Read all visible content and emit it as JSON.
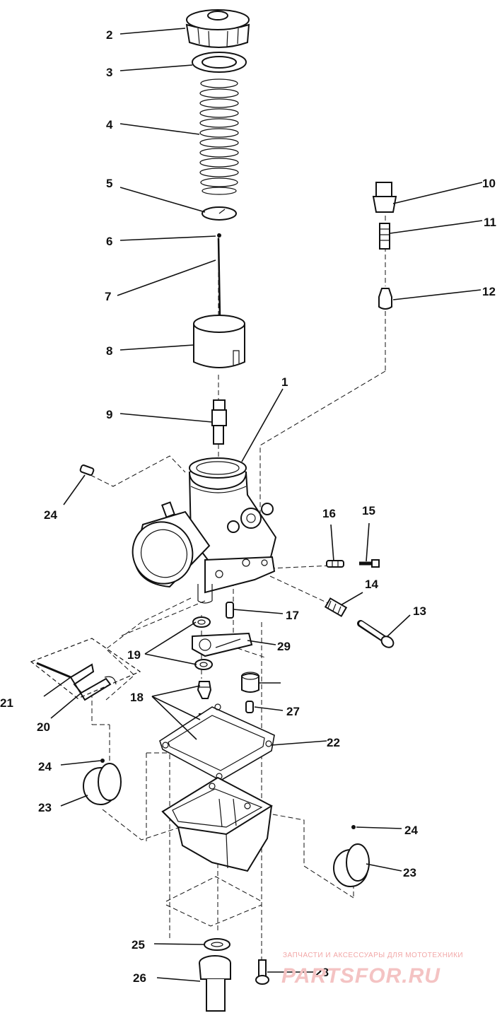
{
  "labels": {
    "l1": "1",
    "l2": "2",
    "l3": "3",
    "l4": "4",
    "l5": "5",
    "l6": "6",
    "l7": "7",
    "l8": "8",
    "l9": "9",
    "l10": "10",
    "l11": "11",
    "l12": "12",
    "l13": "13",
    "l14": "14",
    "l15": "15",
    "l16": "16",
    "l17": "17",
    "l18": "18",
    "l19": "19",
    "l20": "20",
    "l21": "21",
    "l22": "22",
    "l23a": "23",
    "l23b": "23",
    "l24a": "24",
    "l24b": "24",
    "l24c": "24",
    "l25": "25",
    "l26": "26",
    "l27": "27",
    "l28": "28",
    "l29": "29"
  },
  "watermark": {
    "line1": "ЗАПЧАСТИ И АКСЕССУАРЫ ДЛЯ МОТОТЕХНИКИ",
    "line2": "PARTSFOR.RU"
  },
  "colors": {
    "ink": "#111111",
    "watermark": "#f2a7a7",
    "background": "#ffffff"
  }
}
